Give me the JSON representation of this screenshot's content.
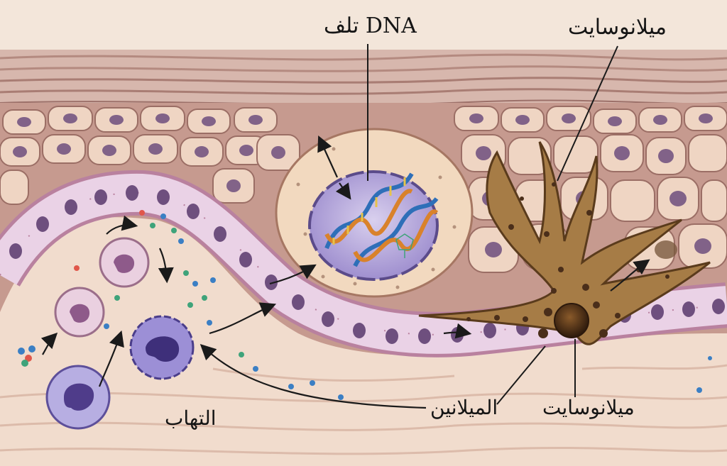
{
  "labels": {
    "dna_damage": "تلف DNA",
    "melanocyte_top": "ميلانوسايت",
    "melanin": "الميلانين",
    "melanocyte_bottom": "ميلانوسايت",
    "inflammation": "التهاب"
  },
  "colors": {
    "background": "#f3e6da",
    "stratum": "#c9a79e",
    "keratinocyte": "#efd5c3",
    "basal_cell": "#ead2e6",
    "nucleus": "#6e4f7e",
    "melanocyte": "#a67c46",
    "melanin_granule": "#4a2e1a",
    "dna_strand_blue": "#2e6fb8",
    "dna_strand_orange": "#d9822b",
    "immune_cell": "#9c8fd6",
    "cytokine_green": "#3fa37a",
    "cytokine_blue": "#3b7fc4"
  },
  "icons": [
    "dna-helix-icon",
    "immune-cell-icon",
    "melanocyte-icon",
    "arrow-icon"
  ]
}
